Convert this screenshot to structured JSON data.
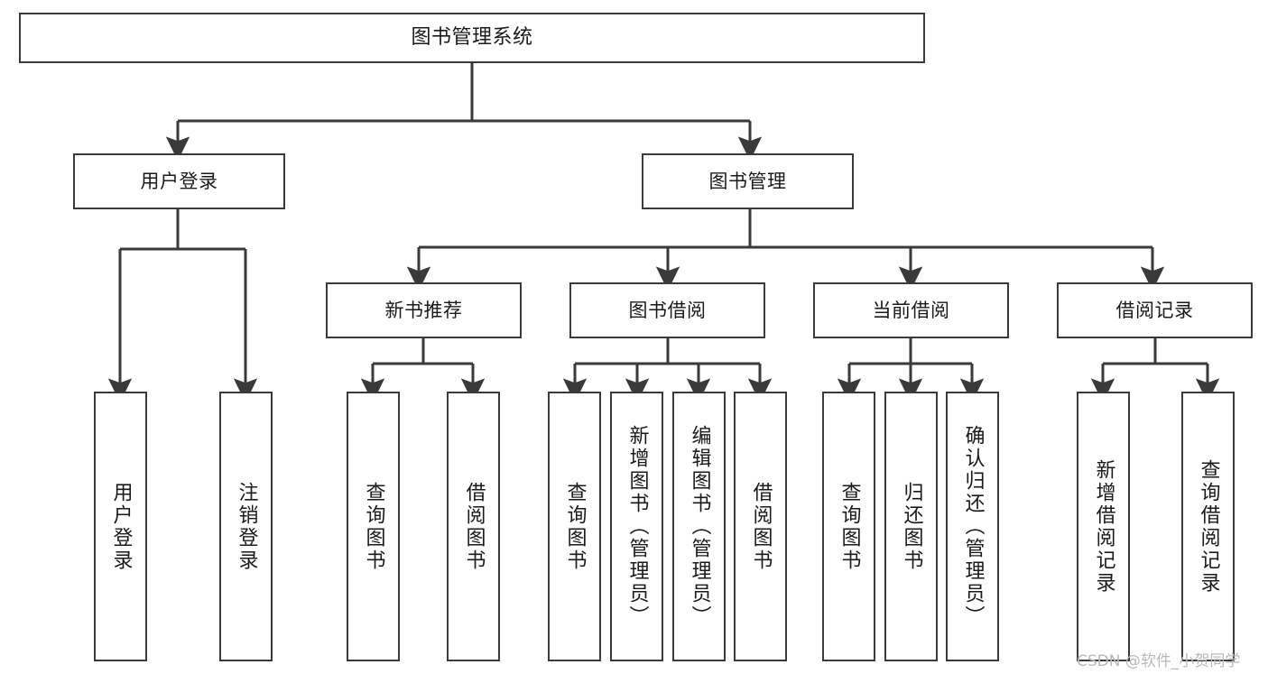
{
  "diagram": {
    "title": "图书管理系统",
    "type": "tree",
    "style": {
      "box_border": "#3a3a3a",
      "box_fill": "#ffffff",
      "line": "#3a3a3a",
      "text": "#1a1a1a",
      "background": "#ffffff"
    }
  },
  "nodes": {
    "root": {
      "label": "图书管理系统",
      "level": 1
    },
    "l2": [
      {
        "id": "user-login",
        "label": "用户登录"
      },
      {
        "id": "book-manage",
        "label": "图书管理"
      }
    ],
    "l3": [
      {
        "id": "new-book-recommend",
        "label": "新书推荐"
      },
      {
        "id": "book-borrow",
        "label": "图书借阅"
      },
      {
        "id": "current-borrow",
        "label": "当前借阅"
      },
      {
        "id": "borrow-record",
        "label": "借阅记录"
      }
    ],
    "leaves": {
      "user_login": [
        {
          "id": "leaf-user-login",
          "label": "用户登录"
        },
        {
          "id": "leaf-logout-login",
          "label": "注销登录"
        }
      ],
      "new_book_recommend": [
        {
          "id": "leaf-query-book-1",
          "label": "查询图书"
        },
        {
          "id": "leaf-borrow-book-1",
          "label": "借阅图书"
        }
      ],
      "book_borrow": [
        {
          "id": "leaf-query-book-2",
          "label": "查询图书"
        },
        {
          "id": "leaf-add-book",
          "label": "新增图书（管理员）"
        },
        {
          "id": "leaf-edit-book",
          "label": "编辑图书（管理员）"
        },
        {
          "id": "leaf-borrow-book-2",
          "label": "借阅图书"
        }
      ],
      "current_borrow": [
        {
          "id": "leaf-query-book-3",
          "label": "查询图书"
        },
        {
          "id": "leaf-return-book",
          "label": "归还图书"
        },
        {
          "id": "leaf-confirm-return",
          "label": "确认归还（管理员）"
        }
      ],
      "borrow_record": [
        {
          "id": "leaf-add-record",
          "label": "新增借阅记录"
        },
        {
          "id": "leaf-query-record",
          "label": "查询借阅记录"
        }
      ]
    }
  },
  "watermark": {
    "text": "CSDN @软件_小贺同学"
  }
}
